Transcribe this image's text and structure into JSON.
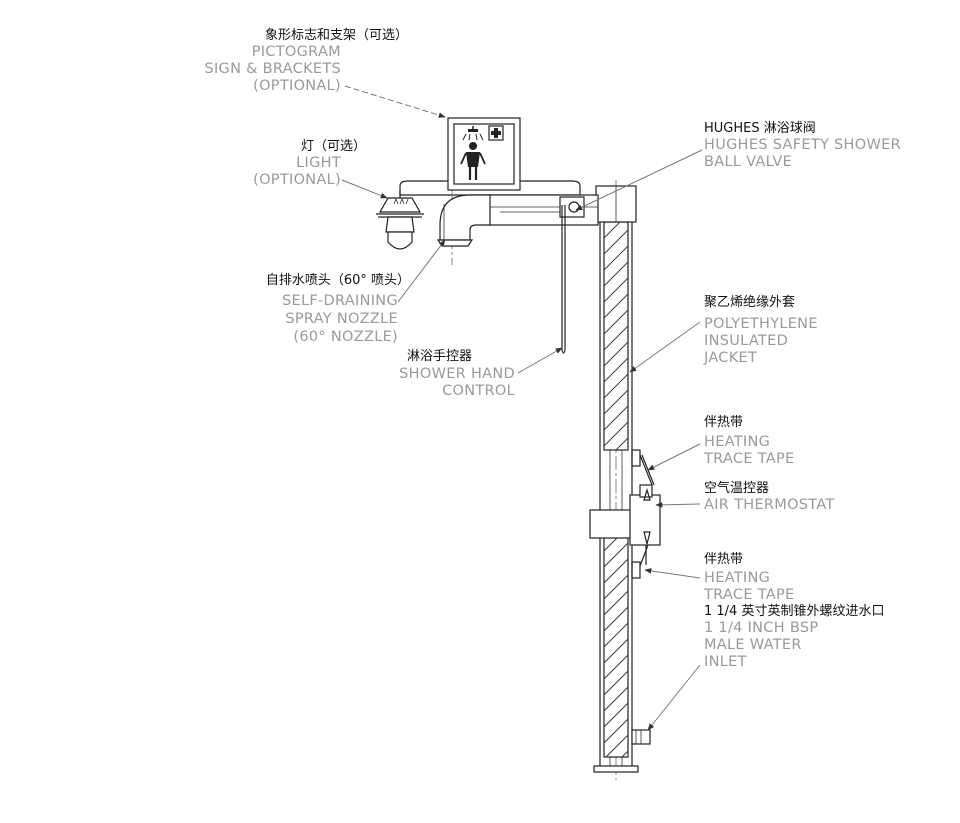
{
  "labels": {
    "pictogram": {
      "cn": "象形标志和支架（可选）",
      "en": [
        "PICTOGRAM",
        "SIGN & BRACKETS",
        "(OPTIONAL)"
      ]
    },
    "light": {
      "cn": "灯（可选）",
      "en": [
        "LIGHT",
        "(OPTIONAL)"
      ]
    },
    "nozzle": {
      "cn": "自排水喷头（60° 喷头）",
      "en": [
        "SELF-DRAINING",
        "SPRAY NOZZLE",
        "(60° NOZZLE)"
      ]
    },
    "hand_control": {
      "cn": "淋浴手控器",
      "en": [
        "SHOWER HAND",
        "CONTROL"
      ]
    },
    "ball_valve": {
      "cn": "HUGHES 淋浴球阀",
      "en": [
        "HUGHES SAFETY SHOWER",
        "BALL VALVE"
      ]
    },
    "jacket": {
      "cn": "聚乙烯绝缘外套",
      "en": [
        "POLYETHYLENE",
        "INSULATED",
        "JACKET"
      ]
    },
    "heating_tape_upper": {
      "cn": "伴热带",
      "en": [
        "HEATING",
        "TRACE TAPE"
      ]
    },
    "thermostat": {
      "cn": "空气温控器",
      "en": [
        "AIR THERMOSTAT"
      ]
    },
    "heating_tape_lower": {
      "cn": "伴热带",
      "en": [
        "HEATING",
        "TRACE TAPE"
      ]
    },
    "inlet": {
      "cn": "1 1/4 英寸英制锥外螺纹进水口",
      "en": [
        "1 1/4 INCH BSP",
        "MALE WATER",
        "INLET"
      ]
    }
  },
  "colors": {
    "drawing_ink": "#222222",
    "label_cn": "#111111",
    "label_en": "#9a9a9a",
    "leader": "#777777"
  },
  "icons": [
    "shower-person-pictogram-icon",
    "first-aid-cross-icon"
  ]
}
